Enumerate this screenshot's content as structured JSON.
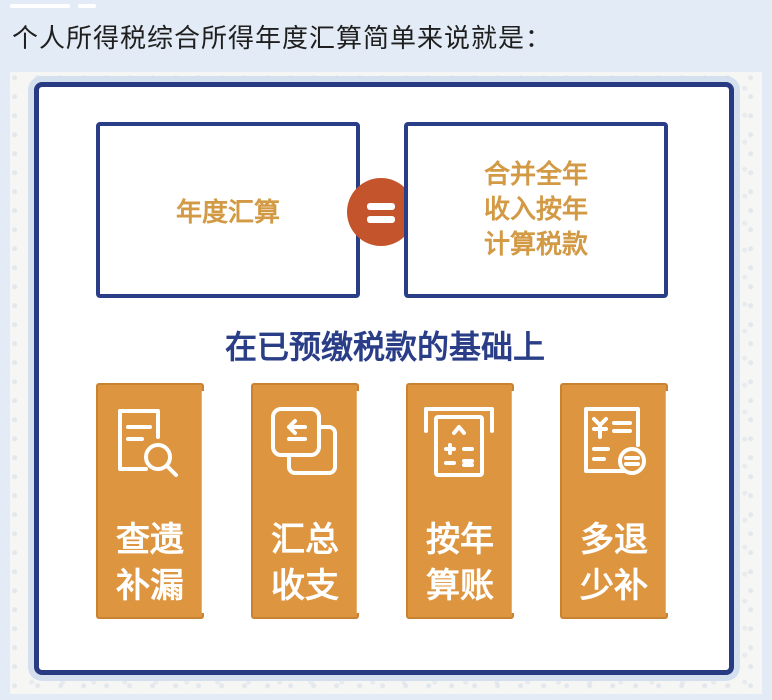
{
  "headline": "个人所得税综合所得年度汇算简单来说就是：",
  "equation": {
    "left_text": "年度汇算",
    "right_lines": [
      "合并全年",
      "收入按年",
      "计算税款"
    ]
  },
  "subtitle": "在已预缴税款的基础上",
  "cards": [
    {
      "icon": "document-search-icon",
      "lines": [
        "查遗",
        "补漏"
      ]
    },
    {
      "icon": "document-return-icon",
      "lines": [
        "汇总",
        "收支"
      ]
    },
    {
      "icon": "calculator-icon",
      "lines": [
        "按年",
        "算账"
      ]
    },
    {
      "icon": "refund-document-icon",
      "lines": [
        "多退",
        "少补"
      ]
    }
  ]
}
